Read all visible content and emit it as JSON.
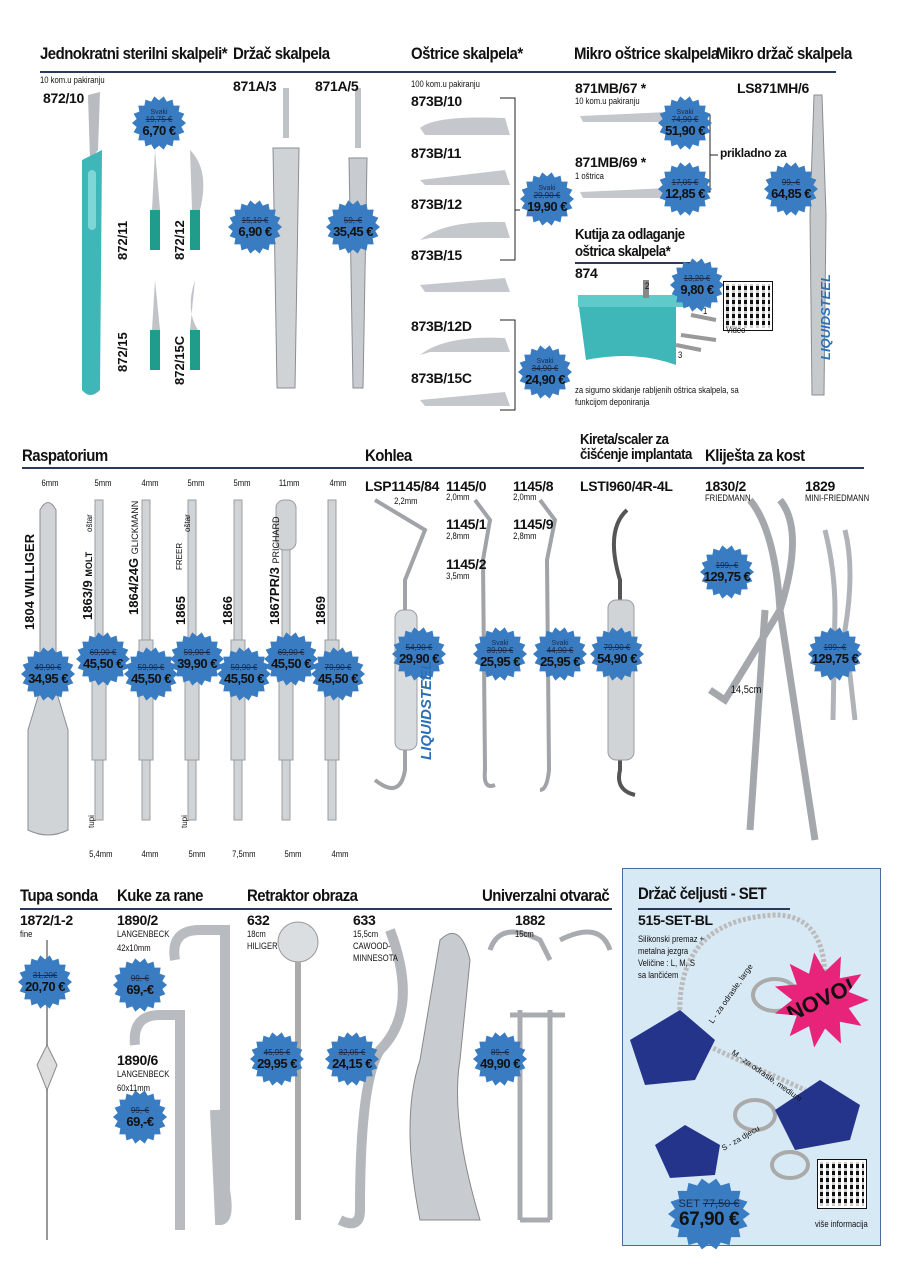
{
  "colors": {
    "badge": "#3a7cc2",
    "rule": "#2b3a5c",
    "novo": "#e8237a",
    "set_box": "#d8e9f6",
    "teal": "#3fb7b8"
  },
  "scalpels": {
    "title": "Jednokratni sterilni skalpeli*",
    "pack": "10 kom.u pakiranju",
    "codes": [
      "872/10",
      "872/11",
      "872/12",
      "872/15",
      "872/15C"
    ],
    "badge": {
      "label": "Svaki",
      "old": "19,75 €",
      "new": "6,70 €"
    }
  },
  "holders": {
    "title": "Držač skalpela",
    "items": [
      {
        "code": "871A/3",
        "old": "15,10 €",
        "new": "6,90 €"
      },
      {
        "code": "871A/5",
        "old": "59,-€",
        "new": "35,45 €"
      }
    ]
  },
  "blades": {
    "title": "Oštrice skalpela*",
    "pack": "100 kom.u pakiranju",
    "codes": [
      "873B/10",
      "873B/11",
      "873B/12",
      "873B/15",
      "873B/12D",
      "873B/15C"
    ],
    "badge1": {
      "label": "Svaki",
      "old": "29,90 €",
      "new": "19,90 €"
    },
    "badge2": {
      "label": "Svaki",
      "old": "34,90 €",
      "new": "24,90 €"
    }
  },
  "micro_blades": {
    "title": "Mikro oštrice skalpela",
    "item1": {
      "code": "871MB/67 *",
      "note": "10 kom.u pakiranju",
      "label": "Svaki",
      "old": "74,90 €",
      "new": "51,90 €"
    },
    "item2": {
      "code": "871MB/69 *",
      "note": "1 oštrica",
      "old": "17,05 €",
      "new": "12,85 €"
    },
    "suitable": "prikladno za"
  },
  "micro_holder": {
    "title": "Mikro držač skalpela",
    "code": "LS871MH/6",
    "old": "99,-€",
    "new": "64,85 €",
    "brand": "LIQUIDSTEEL"
  },
  "disposal_box": {
    "title_line1": "Kutija za odlaganje",
    "title_line2": "oštrica skalpela*",
    "code": "874",
    "old": "13,20 €",
    "new": "9,80 €",
    "steps": [
      "2",
      "1",
      "3"
    ],
    "video": "Video",
    "description": "za sigurno skidanje rabljenih oštrica skalpela, sa funkcijom deponiranja"
  },
  "raspatorium": {
    "title": "Raspatorium",
    "items": [
      {
        "code": "1804",
        "name": "WILLIGER",
        "width": "6mm",
        "old": "49,90 €",
        "new": "34,95 €"
      },
      {
        "code": "1863/9",
        "name": "MOLT",
        "width": "5mm",
        "bottom": "5,4mm",
        "old": "69,90 €",
        "new": "45,50 €"
      },
      {
        "code": "1864/24G",
        "name": "GLICKMANN",
        "width": "4mm",
        "bottom": "4mm",
        "old": "59,90 €",
        "new": "45,50 €"
      },
      {
        "code": "1865",
        "name": "FREER",
        "width": "5mm",
        "bottom": "5mm",
        "old": "59,90 €",
        "new": "39,90 €"
      },
      {
        "code": "1866",
        "name": "",
        "width": "5mm",
        "bottom": "7,5mm",
        "old": "59,90 €",
        "new": "45,50 €"
      },
      {
        "code": "1867PR/3",
        "name": "PRICHARD",
        "width": "11mm",
        "bottom": "5mm",
        "old": "69,90 €",
        "new": "45,50 €"
      },
      {
        "code": "1869",
        "name": "",
        "width": "4mm",
        "bottom": "4mm",
        "old": "79,90 €",
        "new": "45,50 €"
      }
    ],
    "sharp": "oštar",
    "blunt": "tupi"
  },
  "kohlea": {
    "title": "Kohlea",
    "lsp": {
      "code": "LSP1145/84",
      "size": "2,2mm",
      "old": "54,90 €",
      "new": "29,90 €",
      "brand": "LIQUIDSTEEL"
    },
    "set1": [
      {
        "code": "1145/0",
        "size": "2,0mm"
      },
      {
        "code": "1145/1",
        "size": "2,8mm"
      },
      {
        "code": "1145/2",
        "size": "3,5mm"
      }
    ],
    "set2": [
      {
        "code": "1145/8",
        "size": "2,0mm"
      },
      {
        "code": "1145/9",
        "size": "2,8mm"
      }
    ],
    "badge1": {
      "label": "Svaki",
      "old": "39,90 €",
      "new": "25,95 €"
    },
    "badge2": {
      "label": "Svaki",
      "old": "44,90 €",
      "new": "25,95 €"
    }
  },
  "curette": {
    "title_line1": "Kireta/scaler za",
    "title_line2": "čišćenje implantata",
    "code": "LSTI960/4R-4L",
    "old": "79,90 €",
    "new": "54,90 €"
  },
  "bone_forceps": {
    "title": "Kliješta za kost",
    "items": [
      {
        "code": "1830/2",
        "name": "FRIEDMANN",
        "old": "199,-€",
        "new": "129,75 €"
      },
      {
        "code": "1829",
        "name": "MINI-FRIEDMANN",
        "old": "199,-€",
        "new": "129,75 €"
      }
    ],
    "length": "14,5cm"
  },
  "probe": {
    "title": "Tupa sonda",
    "code": "1872/1-2",
    "note": "fine",
    "old": "31,20€",
    "new": "20,70 €"
  },
  "hooks": {
    "title": "Kuke za rane",
    "items": [
      {
        "code": "1890/2",
        "name": "LANGENBECK",
        "size": "42x10mm",
        "old": "99,-€",
        "new": "69,-€"
      },
      {
        "code": "1890/6",
        "name": "LANGENBECK",
        "size": "60x11mm",
        "old": "99,-€",
        "new": "69,-€"
      }
    ]
  },
  "cheek_retractor": {
    "title": "Retraktor obraza",
    "items": [
      {
        "code": "632",
        "size": "18cm",
        "name": "HILIGER",
        "old": "45,95 €",
        "new": "29,95 €"
      },
      {
        "code": "633",
        "size": "15,5cm",
        "name_line1": "CAWOOD-",
        "name_line2": "MINNESOTA",
        "old": "32,05 €",
        "new": "24,15 €"
      }
    ]
  },
  "opener": {
    "title": "Univerzalni otvarač",
    "code": "1882",
    "size": "15cm",
    "old": "89,-€",
    "new": "49,90 €"
  },
  "jaw_set": {
    "title": "Držač čeljusti - SET",
    "code": "515-SET-BL",
    "desc": [
      "Silikonski premaz +",
      "metalna jezgra",
      "Veličine : L, M, S",
      "sa lančićem"
    ],
    "labels": {
      "l": "L - za odrasle, large",
      "m": "M - za odrasle, medium",
      "s": "S - za djecu"
    },
    "novo": "NOVO!",
    "set_label": "SET",
    "old": "77,50 €",
    "new": "67,90 €",
    "more": "više informacija"
  }
}
